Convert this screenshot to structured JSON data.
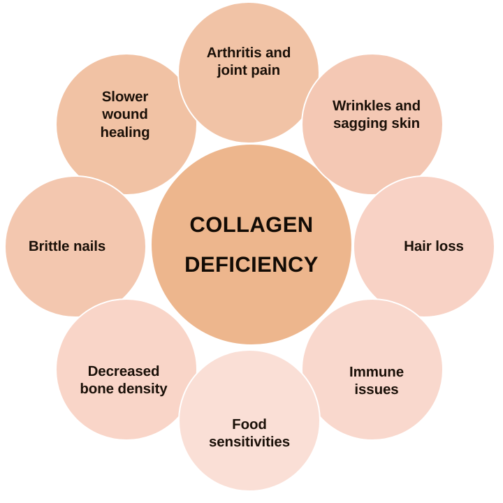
{
  "diagram": {
    "type": "radial-hub-and-spoke",
    "background_color": "#ffffff",
    "text_color": "#1a1008",
    "outline_color": "#ffffff",
    "center": {
      "label": "COLLAGEN\nDEFICIENCY",
      "line_1": "COLLAGEN",
      "line_2": "DEFICIENCY",
      "color": "#edb68d"
    },
    "nodes": [
      {
        "id": "arthritis",
        "label": "Arthritis and\njoint pain",
        "color": "#f1c3a6",
        "position": "top",
        "angle_deg": 0
      },
      {
        "id": "wrinkles",
        "label": "Wrinkles and\nsagging skin",
        "color": "#f4c8b4",
        "position": "top-right",
        "angle_deg": 45
      },
      {
        "id": "hair-loss",
        "label": "Hair loss",
        "color": "#f8d2c5",
        "position": "right",
        "angle_deg": 90
      },
      {
        "id": "immune-issues",
        "label": "Immune\nissues",
        "color": "#f9d8cd",
        "position": "bottom-right",
        "angle_deg": 135
      },
      {
        "id": "food-sensitivities",
        "label": "Food\nsensitivities",
        "color": "#fadfd6",
        "position": "bottom",
        "angle_deg": 180
      },
      {
        "id": "decreased-bone-density",
        "label": "Decreased\nbone density",
        "color": "#f9d5c8",
        "position": "bottom-left",
        "angle_deg": 225
      },
      {
        "id": "brittle-nails",
        "label": "Brittle nails",
        "color": "#f3c7af",
        "position": "left",
        "angle_deg": 270
      },
      {
        "id": "slower-wound-healing",
        "label": "Slower\nwound\nhealing",
        "color": "#f1c2a4",
        "position": "top-left",
        "angle_deg": 315
      }
    ]
  }
}
